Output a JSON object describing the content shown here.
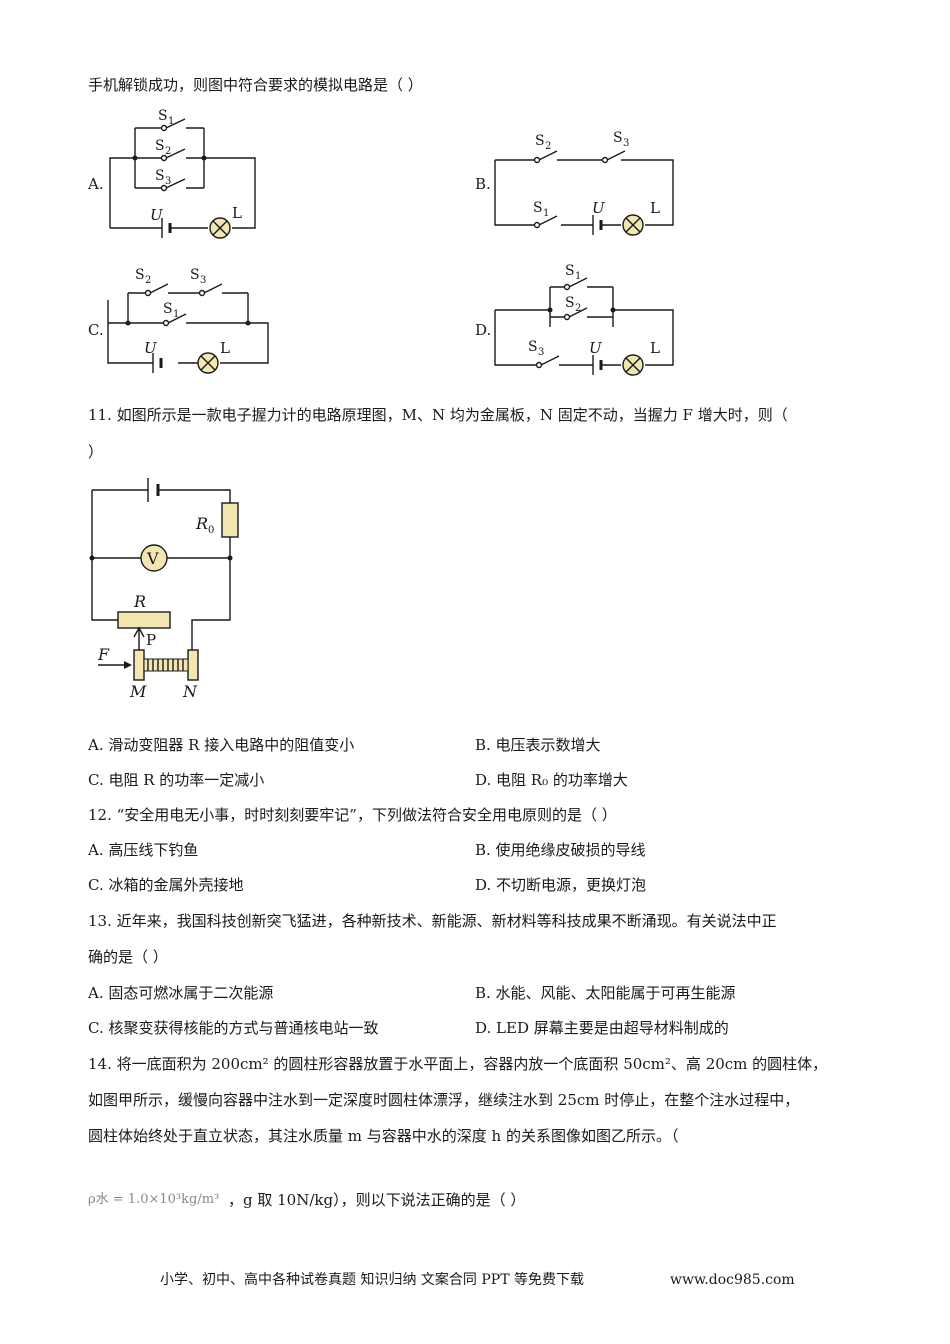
{
  "q10": {
    "intro": "手机解锁成功，则图中符合要求的模拟电路是（     ）",
    "options": [
      {
        "label": "A."
      },
      {
        "label": "B."
      },
      {
        "label": "C."
      },
      {
        "label": "D."
      }
    ],
    "components": {
      "s1": "S",
      "s2": "S",
      "s3": "S",
      "sub1": "1",
      "sub2": "2",
      "sub3": "3",
      "source": "U",
      "lamp": "L"
    }
  },
  "q11": {
    "stem_line1": "11. 如图所示是一款电子握力计的电路原理图，M、N 均为金属板，N 固定不动，当握力 F 增大时，则（",
    "stem_line2": "）",
    "figure": {
      "r0": "R",
      "r0_sub": "0",
      "voltmeter": "V",
      "r": "R",
      "p": "P",
      "f": "F",
      "m": "M",
      "n": "N"
    },
    "options": [
      "A. 滑动变阻器 R 接入电路中的阻值变小",
      "B. 电压表示数增大",
      "C. 电阻 R 的功率一定减小",
      "D. 电阻 R₀ 的功率增大"
    ]
  },
  "q12": {
    "stem": "12. “安全用电无小事，时时刻刻要牢记”，下列做法符合安全用电原则的是（     ）",
    "options": [
      "A. 高压线下钓鱼",
      "B. 使用绝缘皮破损的导线",
      "C. 冰箱的金属外壳接地",
      "D. 不切断电源，更换灯泡"
    ]
  },
  "q13": {
    "stem_line1": "13. 近年来，我国科技创新突飞猛进，各种新技术、新能源、新材料等科技成果不断涌现。有关说法中正",
    "stem_line2": "确的是（     ）",
    "options": [
      "A. 固态可燃冰属于二次能源",
      "B. 水能、风能、太阳能属于可再生能源",
      "C. 核聚变获得核能的方式与普通核电站一致",
      "D. LED 屏幕主要是由超导材料制成的"
    ]
  },
  "q14": {
    "line1": "14. 将一底面积为 200cm² 的圆柱形容器放置于水平面上，容器内放一个底面积 50cm²、高 20cm 的圆柱体，",
    "line2": "如图甲所示，缓慢向容器中注水到一定深度时圆柱体漂浮，继续注水到 25cm 时停止，在整个注水过程中，",
    "line3": "圆柱体始终处于直立状态，其注水质量 m 与容器中水的深度 h 的关系图像如图乙所示。（",
    "formula": "ρ水 = 1.0×10³kg/m³",
    "line4": "，g 取 10N/kg），则以下说法正确的是（     ）"
  },
  "footer": {
    "text": "小学、初中、高中各种试卷真题  知识归纳  文案合同  PPT 等免费下载",
    "url": "www.doc985.com"
  }
}
